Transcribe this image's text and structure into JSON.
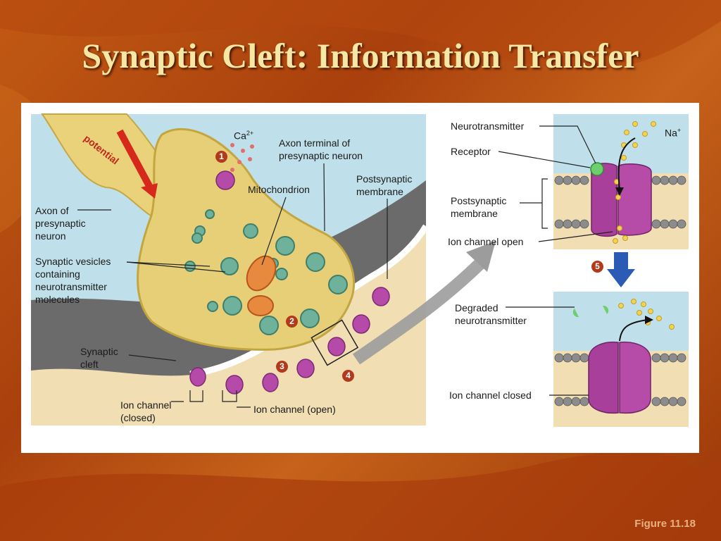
{
  "title": "Synaptic Cleft: Information Transfer",
  "figure_ref": "Figure 11.18",
  "left_diagram": {
    "potential_label": "potential",
    "ca_label": "Ca",
    "ca_charge": "2+",
    "axon_terminal_label": "Axon terminal of presynaptic neuron",
    "mitochondrion_label": "Mitochondrion",
    "postsynaptic_membrane_label": "Postsynaptic membrane",
    "axon_label": "Axon of presynaptic neuron",
    "vesicles_label": "Synaptic vesicles containing neurotransmitter molecules",
    "cleft_label": "Synaptic cleft",
    "ion_closed_label": "Ion channel (closed)",
    "ion_open_label": "Ion channel (open)"
  },
  "right_diagram": {
    "neurotransmitter_label": "Neurotransmitter",
    "receptor_label": "Receptor",
    "na_label": "Na",
    "na_charge": "+",
    "postsynaptic_membrane_label": "Postsynaptic membrane",
    "ion_open_label": "Ion channel open",
    "degraded_label": "Degraded neurotransmitter",
    "ion_closed_label": "Ion channel closed"
  },
  "steps": [
    "1",
    "2",
    "3",
    "4",
    "5"
  ]
}
